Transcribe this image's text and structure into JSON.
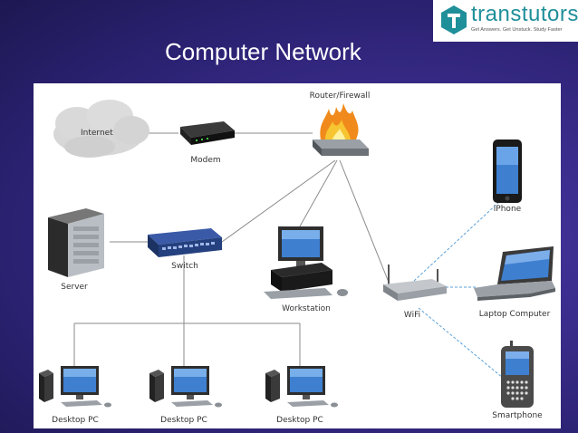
{
  "slide": {
    "title": "Computer Network"
  },
  "brand": {
    "name": "transtutors",
    "tagline": "Get Answers. Get Unstuck. Study Faster",
    "accent": "#1f8f9a"
  },
  "diagram": {
    "nodes": {
      "internet": "Internet",
      "modem": "Modem",
      "router": "Router/Firewall",
      "iphone": "iPhone",
      "server": "Server",
      "switch": "Switch",
      "workstation": "Workstation",
      "wifi": "WiFi",
      "laptop": "Laptop Computer",
      "smartphone": "Smartphone",
      "desktop_1": "Desktop PC",
      "desktop_2": "Desktop PC",
      "desktop_3": "Desktop PC"
    },
    "colors": {
      "wired_link": "#8a8a8a",
      "wireless_link": "#5aa0d8",
      "screen": "#3e7fd0",
      "flame": "#f08a1c"
    }
  }
}
